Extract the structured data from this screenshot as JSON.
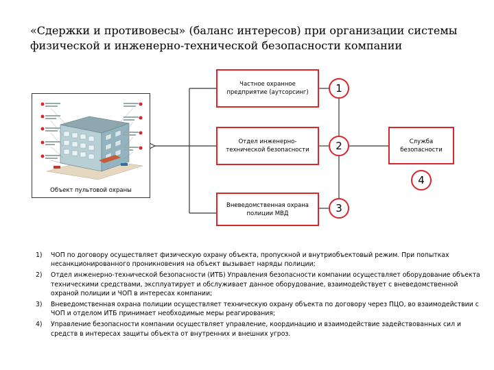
{
  "title": "«Сдержки и противовесы» (баланс интересов) при организации системы физической и инженерно-технической безопасности компании",
  "building": {
    "caption": "Объект пультовой охраны",
    "icon": "building-illustration"
  },
  "nodes": [
    {
      "id": "1",
      "label": "Частное охранное предприятие (аутсорсинг)",
      "badge": "1"
    },
    {
      "id": "2",
      "label": "Отдел инженерно-технической безопасности",
      "badge": "2"
    },
    {
      "id": "3",
      "label": "Вневедомственная охрана полиции МВД",
      "badge": "3"
    },
    {
      "id": "4",
      "label": "Служба безопасности",
      "badge": "4"
    }
  ],
  "colors": {
    "accent": "#d9262c",
    "line": "#333333"
  },
  "notes": [
    {
      "num": "1)",
      "text": "ЧОП по договору осуществляет физическую охрану объекта, пропускной и внутриобъектовый режим. При попытках несанкционированного проникновения на объект вызывает наряды полиции;"
    },
    {
      "num": "2)",
      "text": "Отдел инженерно-технической безопасности (ИТБ) Управления безопасности компании осуществляет оборудование объекта техническими средствами, эксплуатирует и обслуживает данное оборудование, взаимодействует с вневедомственной охраной полиции и ЧОП в интересах компании;"
    },
    {
      "num": "3)",
      "text": "Вневедомственная охрана полиции осуществляет техническую охрану объекта по договору через ПЦО, во взаимодействии с ЧОП и отделом ИТБ принимает необходимые меры реагирования;"
    },
    {
      "num": "4)",
      "text": "Управление безопасности компании осуществляет управление, координацию и взаимодействие задействованных сил и средств в интересах защиты объекта от внутренних и внешних угроз."
    }
  ]
}
